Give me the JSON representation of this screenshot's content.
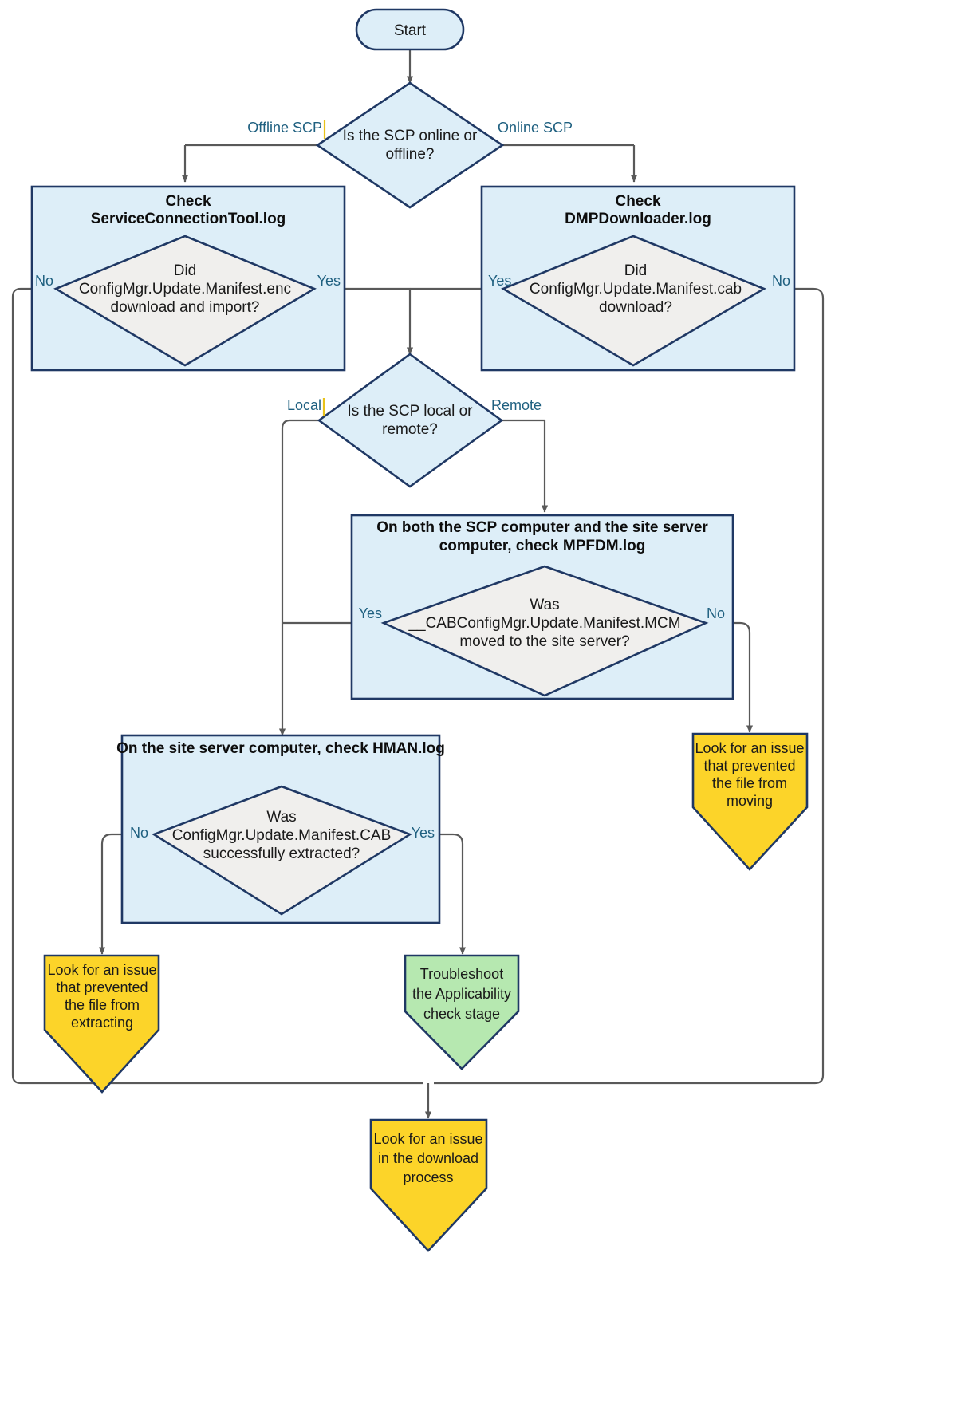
{
  "diagram": {
    "title": "Software update point / SCP manifest download troubleshooting flowchart",
    "colors": {
      "process_fill": "#ddeef8",
      "decision_fill": "#f0efed",
      "terminal_warning_fill": "#fcd429",
      "terminal_success_fill": "#b6e8b0",
      "shape_border": "#1f3864",
      "connector": "#595959",
      "edge_label": "#1f6080"
    }
  },
  "nodes": {
    "start": {
      "label": "Start",
      "shape": "rounded-terminator",
      "fill": "#ddeef8"
    },
    "scp_online_decision": {
      "line1": "Is the SCP online or",
      "line2": "offline?",
      "shape": "diamond",
      "fill": "#ddeef8"
    },
    "check_sct": {
      "header_line1": "Check",
      "header_line2": "ServiceConnectionTool.log",
      "shape": "process",
      "fill": "#ddeef8",
      "decision": {
        "line1": "Did",
        "line2": "ConfigMgr.Update.Manifest.enc",
        "line3": "download and import?",
        "fill": "#f0efed"
      }
    },
    "check_dmp": {
      "header_line1": "Check",
      "header_line2": "DMPDownloader.log",
      "shape": "process",
      "fill": "#ddeef8",
      "decision": {
        "line1": "Did",
        "line2": "ConfigMgr.Update.Manifest.cab",
        "line3": "download?",
        "fill": "#f0efed"
      }
    },
    "scp_local_decision": {
      "line1": "Is the SCP local or",
      "line2": "remote?",
      "shape": "diamond",
      "fill": "#ddeef8"
    },
    "check_mpfdm": {
      "header_line1": "On both the SCP computer and the site server",
      "header_line2": "computer, check MPFDM.log",
      "shape": "process",
      "fill": "#ddeef8",
      "decision": {
        "line1": "Was",
        "line2": "__CABConfigMgr.Update.Manifest.MCM",
        "line3": "moved to the site server?",
        "fill": "#f0efed"
      }
    },
    "check_hman": {
      "header_line1": "On the site server computer, check HMAN.log",
      "shape": "process",
      "fill": "#ddeef8",
      "decision": {
        "line1": "Was",
        "line2": "ConfigMgr.Update.Manifest.CAB",
        "line3": "successfully extracted?",
        "fill": "#f0efed"
      }
    },
    "term_moving": {
      "line1": "Look for an issue",
      "line2": "that prevented",
      "line3": "the file from",
      "line4": "moving",
      "shape": "pentagon-down",
      "fill": "#fcd429"
    },
    "term_extracting": {
      "line1": "Look for an issue",
      "line2": "that prevented",
      "line3": "the file from",
      "line4": "extracting",
      "shape": "pentagon-down",
      "fill": "#fcd429"
    },
    "term_applicability": {
      "line1": "Troubleshoot",
      "line2": "the Applicability",
      "line3": "check stage",
      "shape": "pentagon-down",
      "fill": "#b6e8b0"
    },
    "term_download": {
      "line1": "Look for an issue",
      "line2": "in the download",
      "line3": "process",
      "shape": "pentagon-down",
      "fill": "#fcd429"
    }
  },
  "edge_labels": {
    "offline_scp": "Offline SCP",
    "online_scp": "Online SCP",
    "sct_no": "No",
    "sct_yes": "Yes",
    "dmp_yes": "Yes",
    "dmp_no": "No",
    "local": "Local",
    "remote": "Remote",
    "mpfdm_yes": "Yes",
    "mpfdm_no": "No",
    "hman_no": "No",
    "hman_yes": "Yes"
  }
}
